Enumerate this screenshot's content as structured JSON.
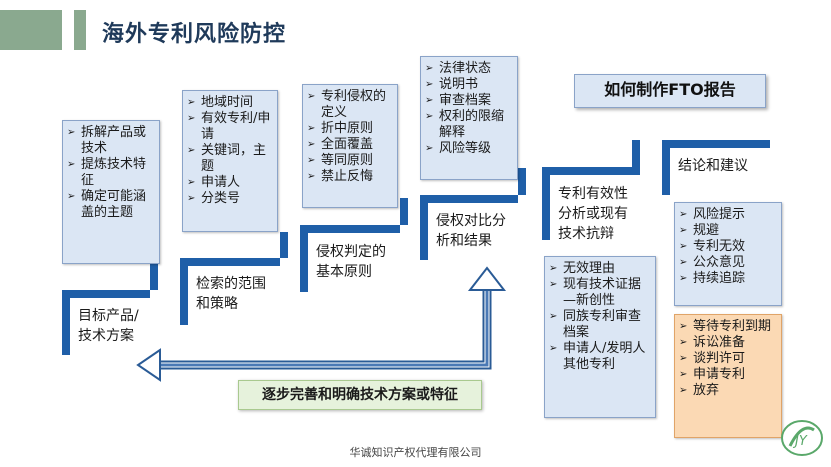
{
  "title": "海外专利风险防控",
  "fto_button": "如何制作FTO报告",
  "feedback_note": "逐步完善和明确技术方案或特征",
  "footer": "华诚知识产权代理有限公司",
  "logo_text": "JY",
  "steps": [
    "目标产品/技术方案",
    "检索的范围和策略",
    "侵权判定的基本原则",
    "侵权对比分析和结果",
    "专利有效性分析或现有技术抗辩",
    "结论和建议"
  ],
  "boxes": {
    "product": [
      "拆解产品或技术",
      "提炼技术特征",
      "确定可能涵盖的主题"
    ],
    "search": [
      "地域时间",
      "有效专利/申请",
      "关键词，主题",
      "申请人",
      "分类号"
    ],
    "principles": [
      "专利侵权的定义",
      "折中原则",
      "全面覆盖",
      "等同原则",
      "禁止反悔"
    ],
    "compare": [
      "法律状态",
      "说明书",
      "审查档案",
      "权利的限缩解释",
      "风险等级"
    ],
    "validity": [
      "无效理由",
      "现有技术证据—新创性",
      "同族专利审查档案",
      "申请人/发明人其他专利"
    ],
    "conclusion_blue": [
      "风险提示",
      "规避",
      "专利无效",
      "公众意见",
      "持续追踪"
    ],
    "conclusion_orange": [
      "等待专利到期",
      "诉讼准备",
      "谈判许可",
      "申请专利",
      "放弃"
    ]
  },
  "colors": {
    "stair": "#1f5fa8",
    "box_blue": "#dbe6f4",
    "box_orange": "#fbd9b4",
    "note_green": "#e6f2dc"
  }
}
